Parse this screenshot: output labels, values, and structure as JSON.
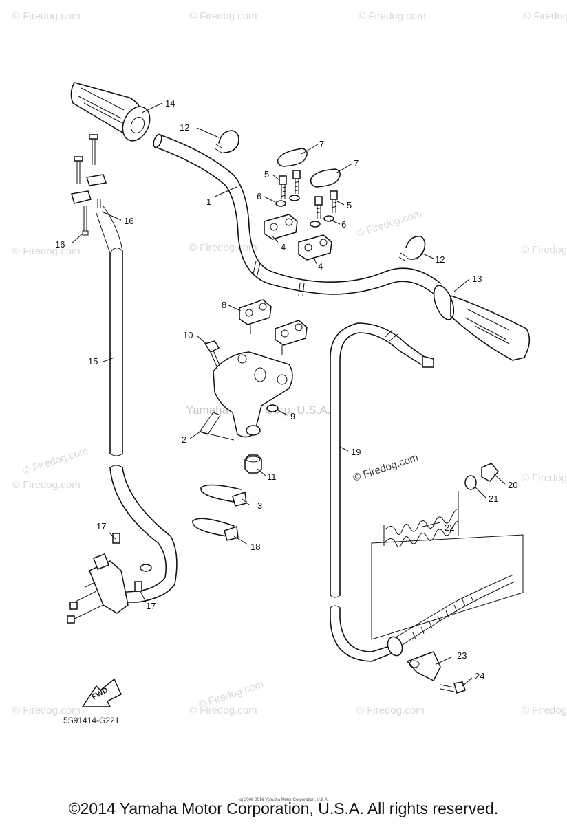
{
  "watermark": {
    "text": "© Firedog.com",
    "center_text": "Yamaha Motor Corp. U.S.A."
  },
  "callouts": {
    "c1": "1",
    "c2": "2",
    "c3": "3",
    "c4a": "4",
    "c4b": "4",
    "c5a": "5",
    "c5b": "5",
    "c6a": "6",
    "c6b": "6",
    "c7a": "7",
    "c7b": "7",
    "c8": "8",
    "c9": "9",
    "c10": "10",
    "c11": "11",
    "c12a": "12",
    "c12b": "12",
    "c13": "13",
    "c14": "14",
    "c15": "15",
    "c16a": "16",
    "c16b": "16",
    "c17a": "17",
    "c17b": "17",
    "c18": "18",
    "c19": "19",
    "c20": "20",
    "c21": "21",
    "c22": "22",
    "c23": "23",
    "c24": "24"
  },
  "fwd_label": "FWD",
  "diagram_code": "5S91414-G221",
  "fine_print": "(c) 2006-2016 Yamaha Motor Corporation, U.S.A.",
  "footer": "©2014 Yamaha Motor Corporation, U.S.A. All rights reserved.",
  "icons": [
    "fwd-arrow-icon"
  ]
}
